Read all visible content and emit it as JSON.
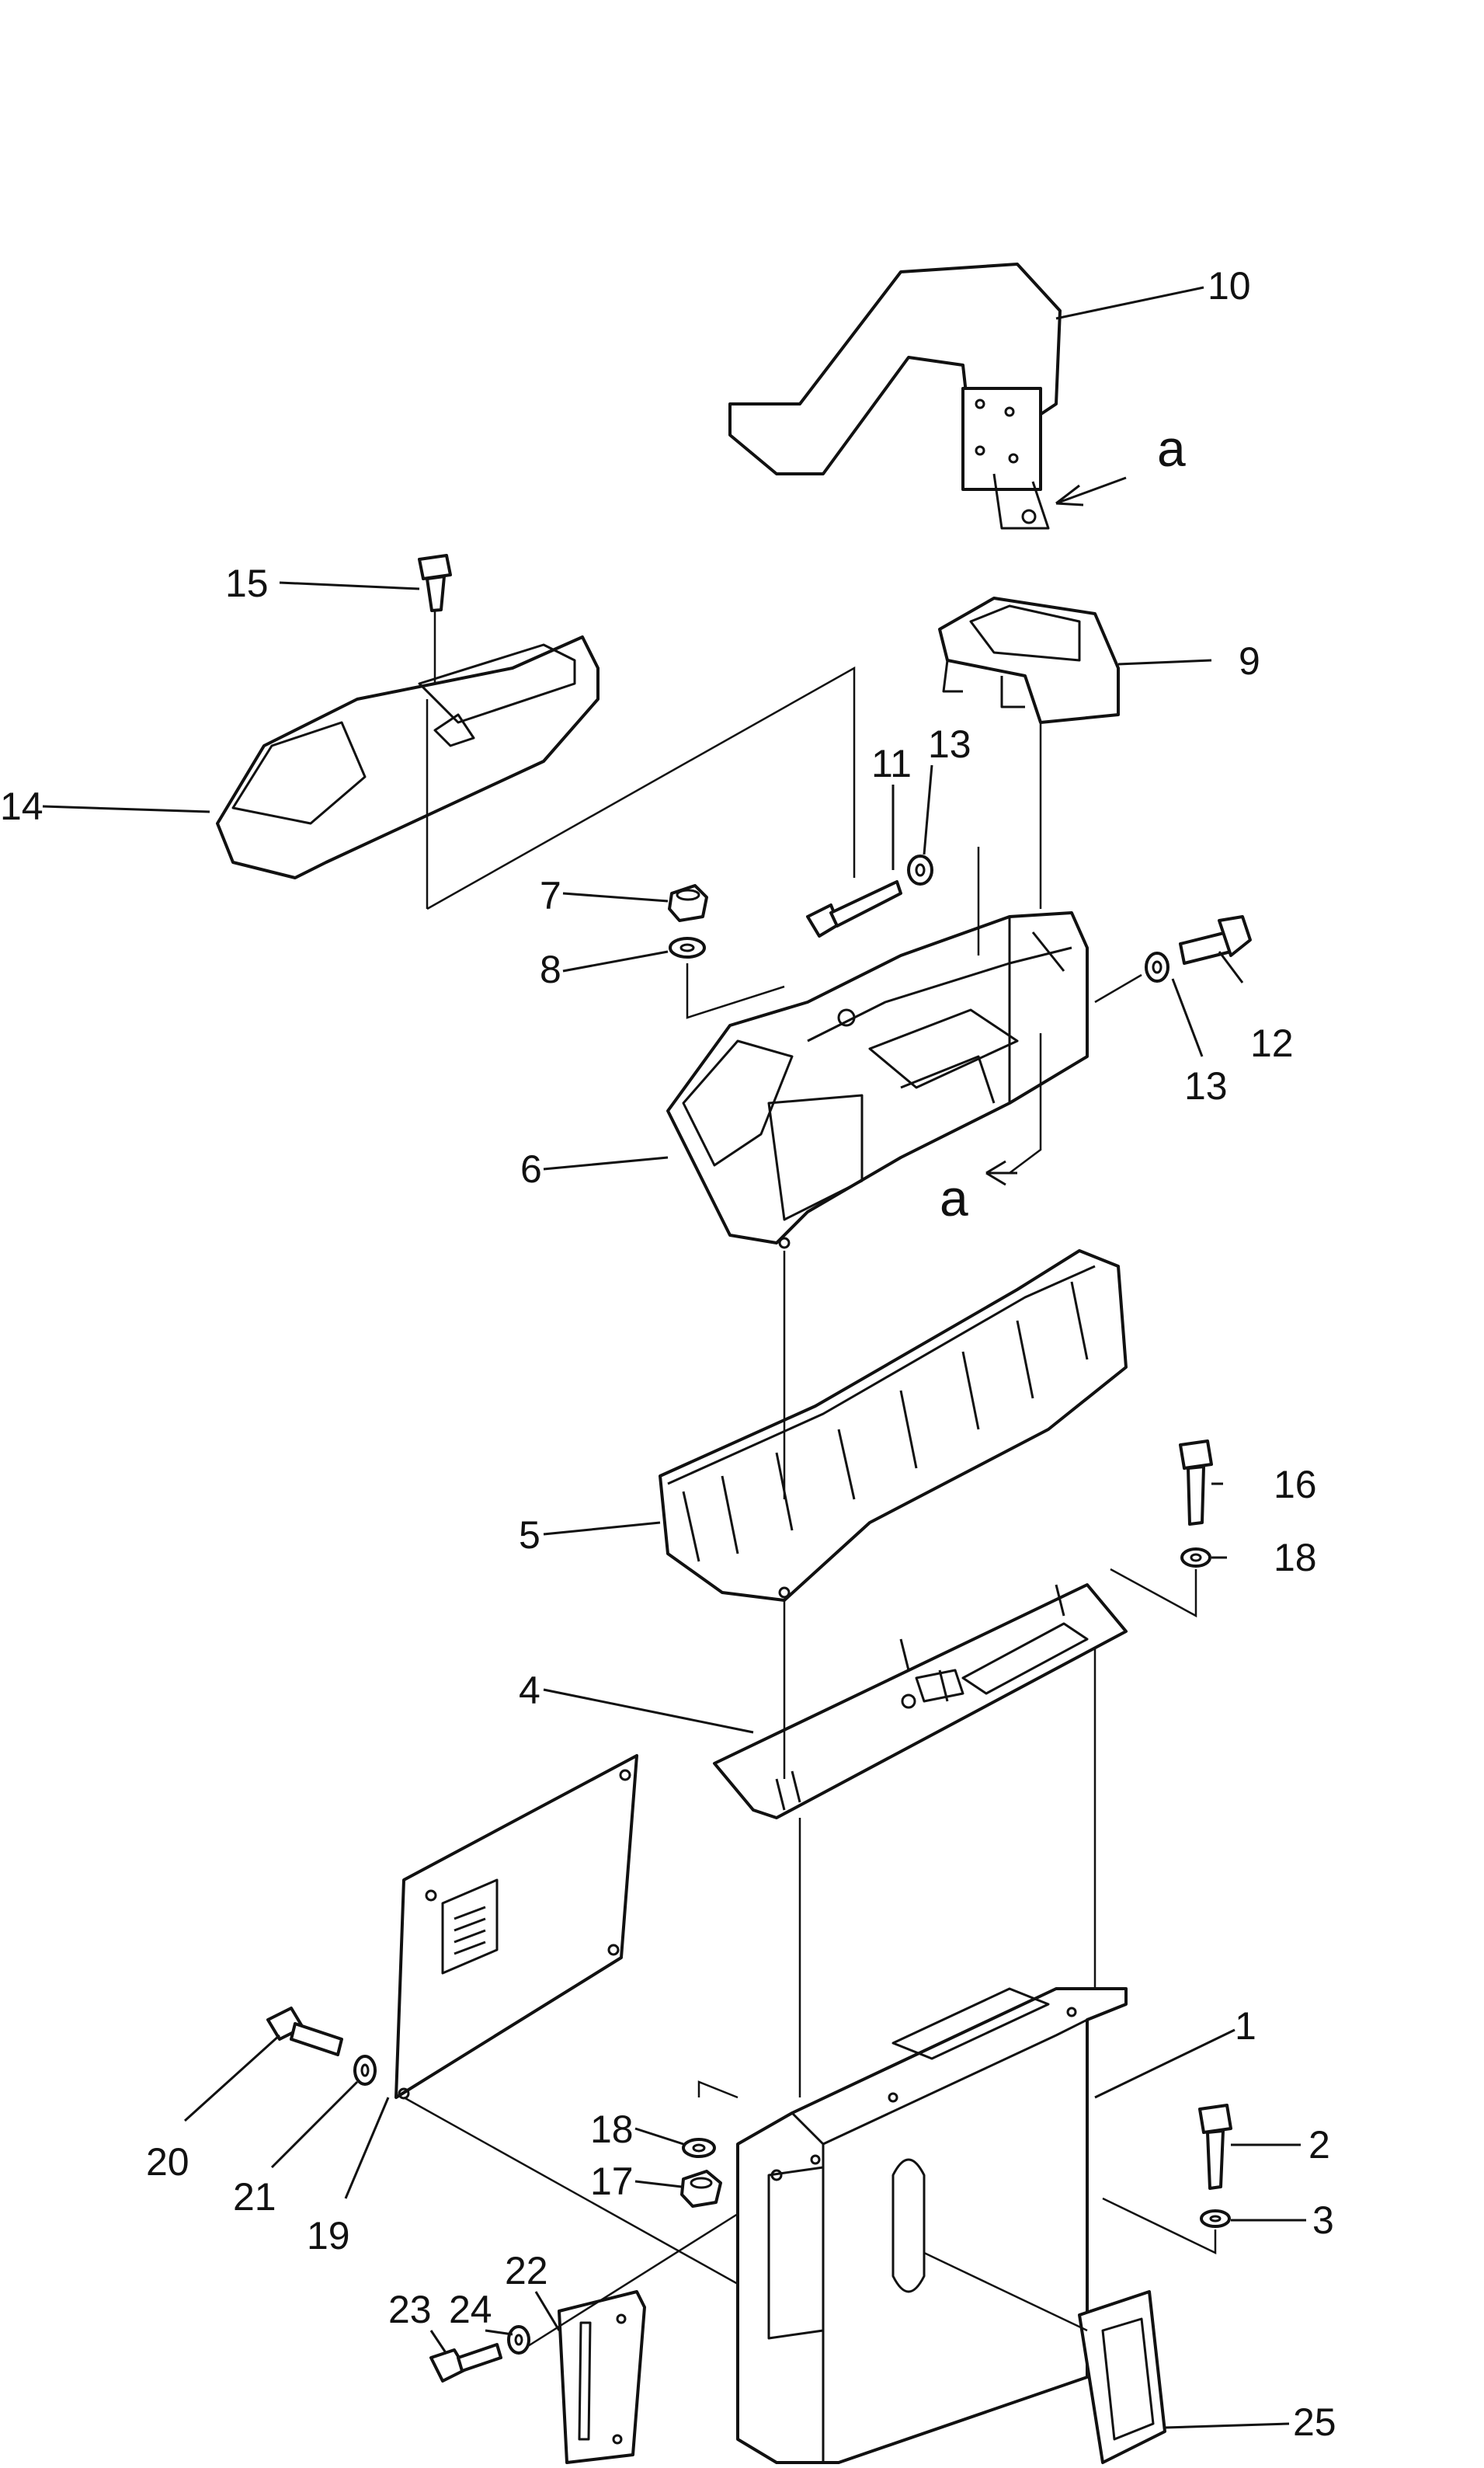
{
  "diagram": {
    "callouts": {
      "p1": "1",
      "p2": "2",
      "p3": "3",
      "p4": "4",
      "p5": "5",
      "p6": "6",
      "p7": "7",
      "p8": "8",
      "p9": "9",
      "p10": "10",
      "p11": "11",
      "p12": "12",
      "p13a": "13",
      "p13b": "13",
      "p14": "14",
      "p15": "15",
      "p16": "16",
      "p17": "17",
      "p18a": "18",
      "p18b": "18",
      "p19": "19",
      "p20": "20",
      "p21": "21",
      "p22": "22",
      "p23": "23",
      "p24": "24",
      "p25": "25",
      "view_a_top": "a",
      "view_a_bottom": "a"
    }
  }
}
